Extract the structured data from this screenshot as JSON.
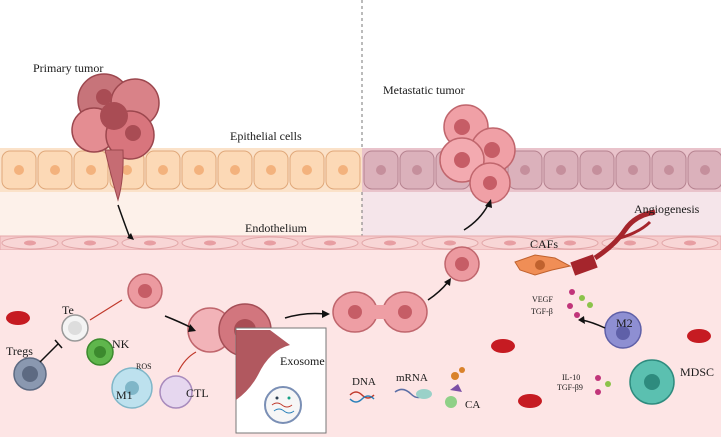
{
  "labels": {
    "primary_tumor": "Primary tumor",
    "metastatic_tumor": "Metastatic tumor",
    "epithelial_cells": "Epithelial cells",
    "endothelium": "Endothelium",
    "cafs": "CAFs",
    "angiogenesis": "Angiogenesis",
    "te": "Te",
    "tregs": "Tregs",
    "nk": "NK",
    "m1": "M1",
    "ros": "ROS",
    "ctl": "CTL",
    "exosome": "Exosome",
    "dna": "DNA",
    "mrna": "mRNA",
    "ca": "CA",
    "vegf": "VEGF",
    "tgf_b": "TGF-β",
    "m2": "M2",
    "mdsc": "MDSC",
    "il10": "IL-10",
    "tgf_b9": "TGF-β9"
  },
  "colors": {
    "background": "#fde8e8",
    "left_tissue": "#fdf1ea",
    "right_tissue": "#f6e4e8",
    "epithelial_left": "#fcd9b6",
    "epithelial_right": "#dbb1bb",
    "endothelium": "#f9d3d3",
    "tumor": "#e58d93",
    "tumor_dark": "#b9565e",
    "blood_cell": "#c61b22",
    "nk": "#5fb64c",
    "m1": "#bde1ee",
    "m2": "#8e8fd2",
    "mdsc": "#5bc0b0",
    "ctl": "#e3d5ee",
    "tregs": "#8a98b0",
    "vessel": "#a5252c"
  }
}
